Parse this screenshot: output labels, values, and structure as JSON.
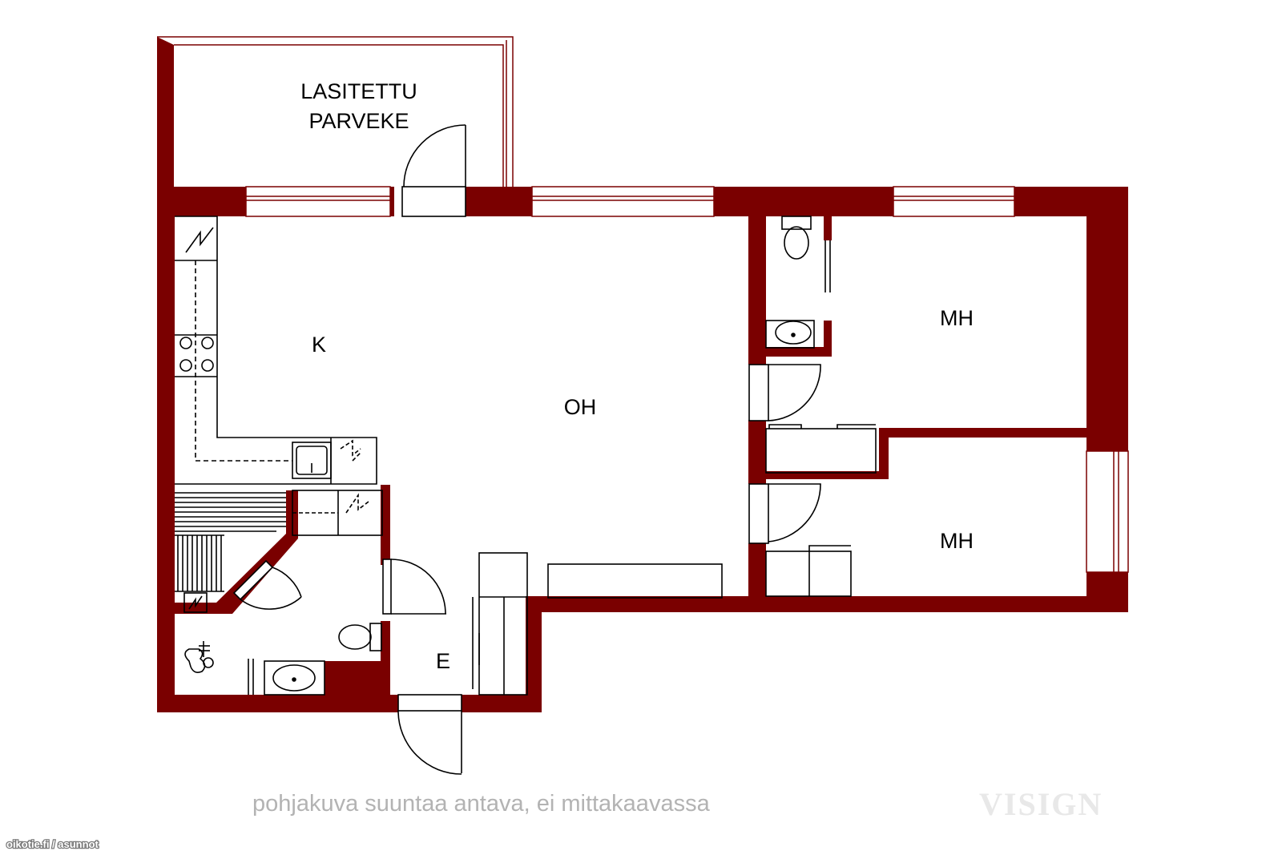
{
  "rooms": {
    "balcony_line1": "LASITETTU",
    "balcony_line2": "PARVEKE",
    "kitchen": "K",
    "living": "OH",
    "bedroom_upper": "MH",
    "bedroom_lower": "MH",
    "entrance": "E"
  },
  "footer": {
    "disclaimer": "pohjakuva suuntaa antava, ei mittakaavassa",
    "watermark": "VISIGN",
    "source": "oikotie.fi / asunnot"
  },
  "colors": {
    "wall": "#7a0000",
    "line": "#000000",
    "disclaimer": "#b3b3b3"
  }
}
